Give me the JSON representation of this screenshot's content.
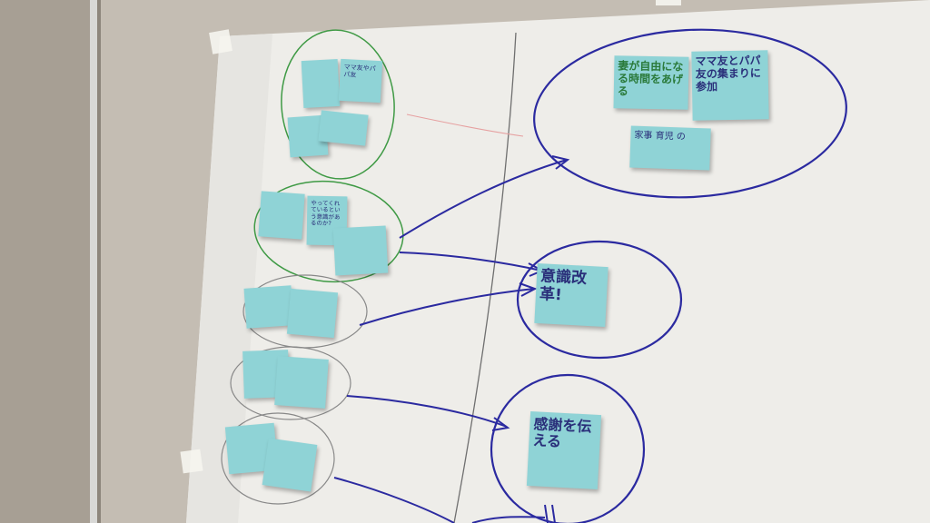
{
  "photo": {
    "subject": "whiteboard-workshop",
    "colors": {
      "wall": "#b9b1a6",
      "paper": "#eeede9",
      "sticky": "#8fd3d6",
      "green_ink": "#3f9a45",
      "blue_ink": "#2b2aa0"
    }
  },
  "notes": {
    "right_top_1": "妻が自由になる時間をあげる",
    "right_top_2": "ママ友とパパ友の集まりに参加",
    "right_top_3": "家事 育児 の",
    "right_mid": "意識改革!",
    "right_bottom": "感謝を伝える",
    "left_1a": "",
    "left_1b": "ママ友やパパ友",
    "left_1c": "",
    "left_1d": "",
    "left_2a": "",
    "left_2b": "やってくれているという意識があるのか?",
    "left_2c": "",
    "left_3a": "",
    "left_3b": "",
    "left_4a": "",
    "left_4b": "",
    "left_5a": "",
    "left_5b": ""
  }
}
